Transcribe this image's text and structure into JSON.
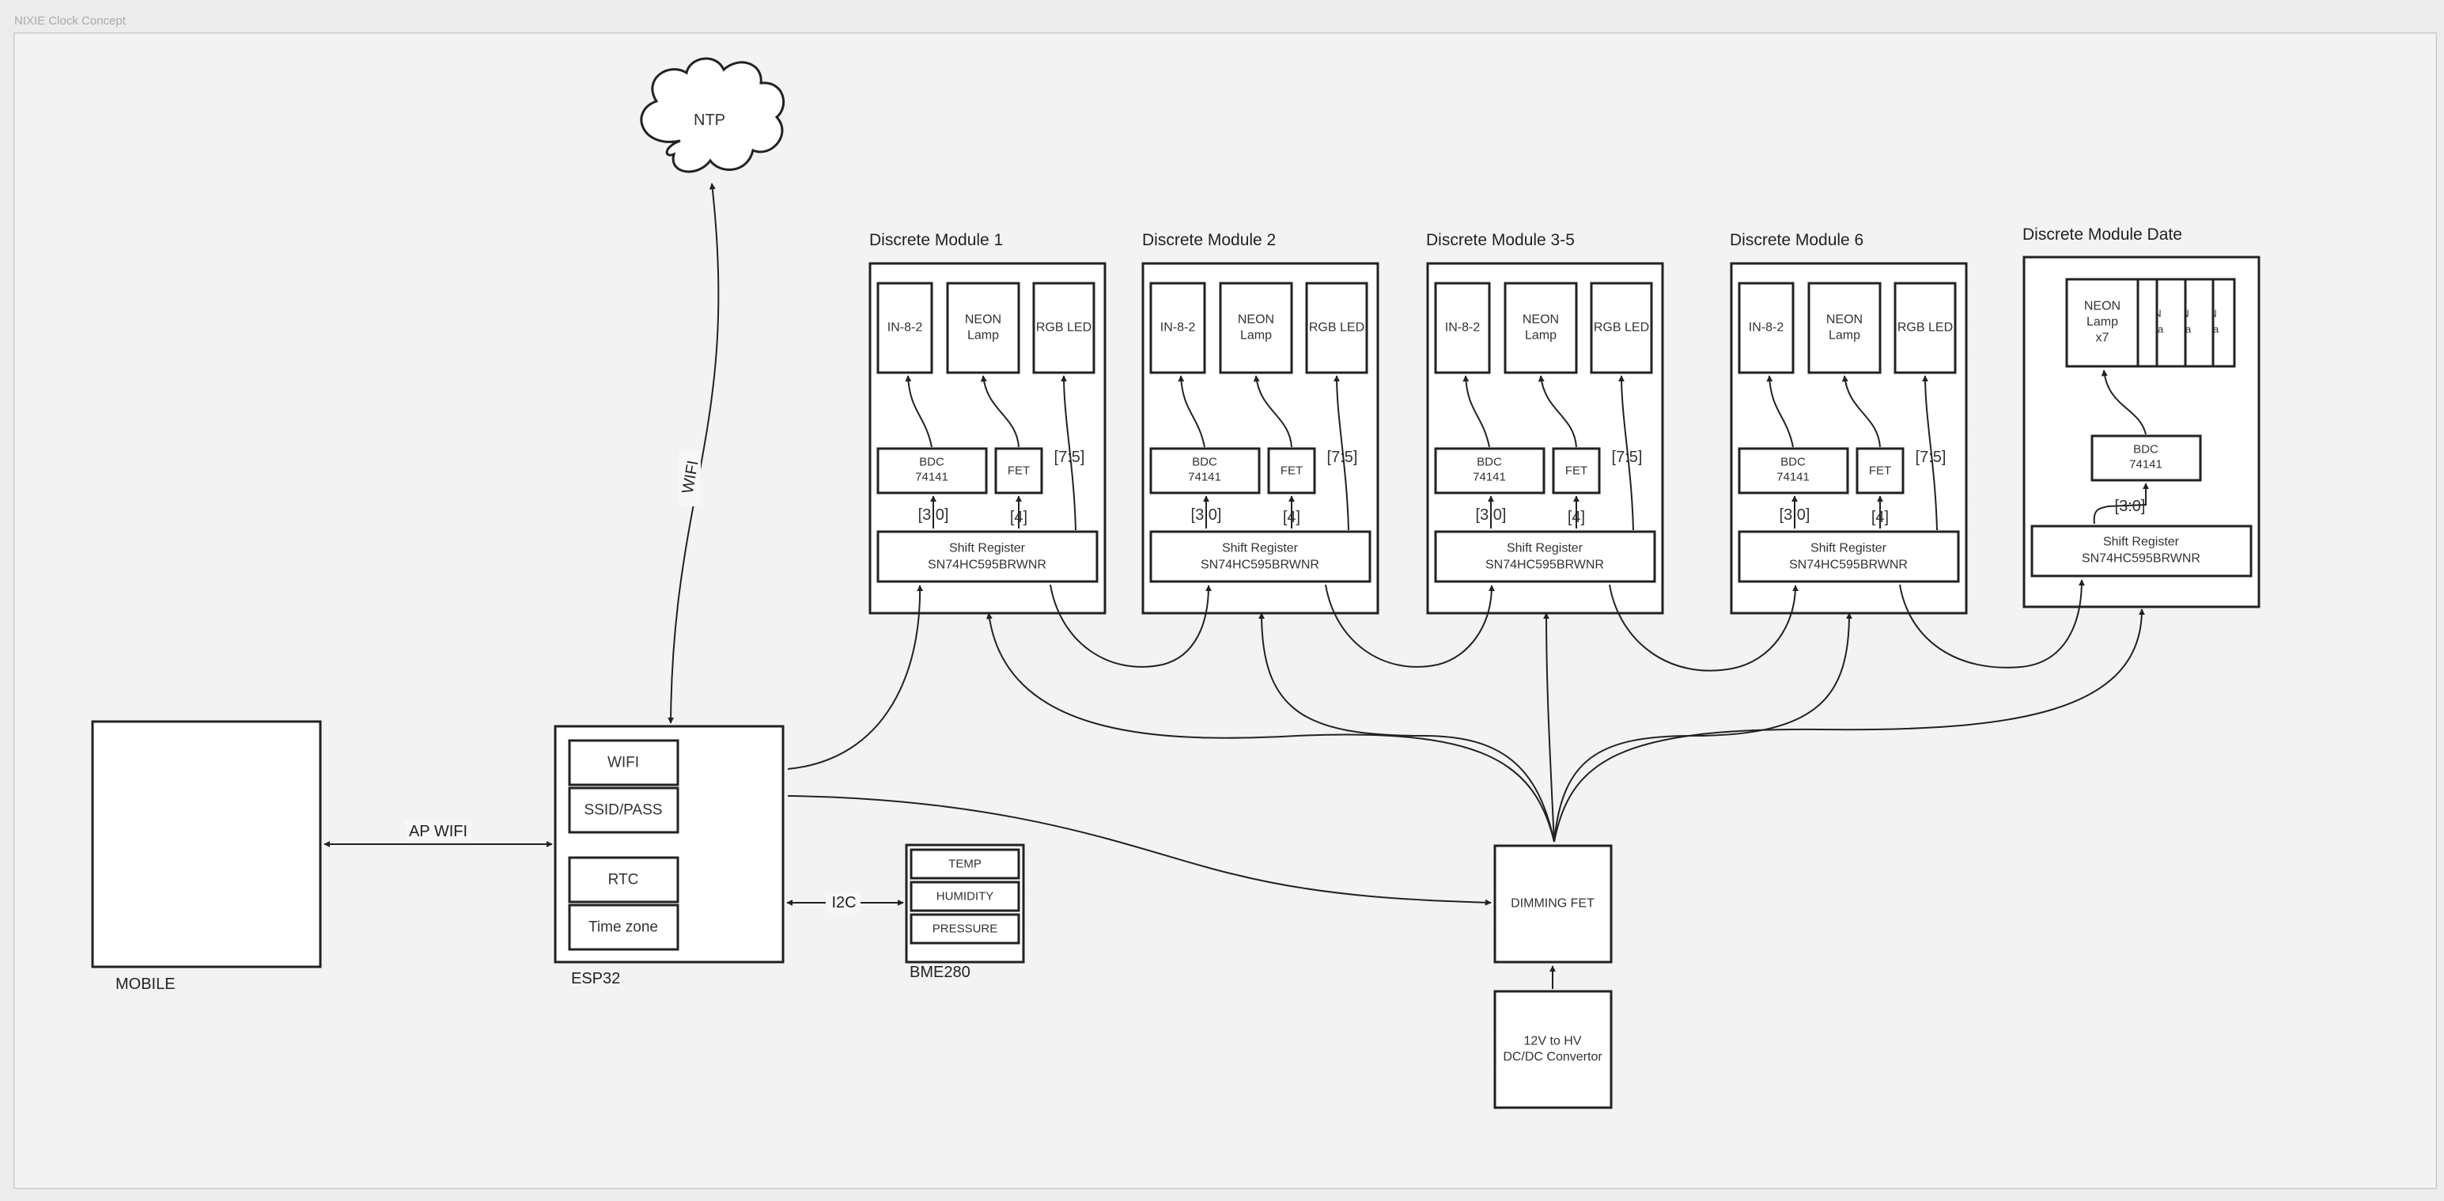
{
  "board": {
    "title": "NIXIE Clock Concept"
  },
  "cloud": {
    "label": "NTP"
  },
  "links": {
    "wifi": "WIFI",
    "ap_wifi": "AP WIFI",
    "i2c": "I2C"
  },
  "mobile": {
    "label": "MOBILE"
  },
  "esp32": {
    "label": "ESP32",
    "blocks": {
      "wifi": "WIFI",
      "ssid": "SSID/PASS",
      "rtc": "RTC",
      "timezone": "Time zone"
    }
  },
  "bme280": {
    "label": "BME280",
    "sensors": {
      "temp": "TEMP",
      "humidity": "HUMIDITY",
      "pressure": "PRESSURE"
    }
  },
  "modules": [
    {
      "title": "Discrete Module 1",
      "tube": "IN-8-2",
      "neon": [
        "NEON",
        "Lamp"
      ],
      "led": "RGB LED",
      "bdc": [
        "BDC",
        "74141"
      ],
      "fet": "FET",
      "bus_bcd": "[3:0]",
      "bus_fet": "[4]",
      "bus_led": "[7:5]",
      "shift": [
        "Shift Register",
        "SN74HC595BRWNR"
      ]
    },
    {
      "title": "Discrete Module 2",
      "tube": "IN-8-2",
      "neon": [
        "NEON",
        "Lamp"
      ],
      "led": "RGB LED",
      "bdc": [
        "BDC",
        "74141"
      ],
      "fet": "FET",
      "bus_bcd": "[3:0]",
      "bus_fet": "[4]",
      "bus_led": "[7:5]",
      "shift": [
        "Shift Register",
        "SN74HC595BRWNR"
      ]
    },
    {
      "title": "Discrete Module 3-5",
      "tube": "IN-8-2",
      "neon": [
        "NEON",
        "Lamp"
      ],
      "led": "RGB LED",
      "bdc": [
        "BDC",
        "74141"
      ],
      "fet": "FET",
      "bus_bcd": "[3:0]",
      "bus_fet": "[4]",
      "bus_led": "[7:5]",
      "shift": [
        "Shift Register",
        "SN74HC595BRWNR"
      ]
    },
    {
      "title": "Discrete Module 6",
      "tube": "IN-8-2",
      "neon": [
        "NEON",
        "Lamp"
      ],
      "led": "RGB LED",
      "bdc": [
        "BDC",
        "74141"
      ],
      "fet": "FET",
      "bus_bcd": "[3:0]",
      "bus_fet": "[4]",
      "bus_led": "[7:5]",
      "shift": [
        "Shift Register",
        "SN74HC595BRWNR"
      ]
    }
  ],
  "date_module": {
    "title": "Discrete Module Date",
    "neon": [
      "NEON",
      "Lamp",
      "x7"
    ],
    "stack_fragments": [
      "N",
      "La",
      "N",
      "La",
      "N",
      "La"
    ],
    "bdc": [
      "BDC",
      "74141"
    ],
    "bus_bcd": "[3:0]",
    "shift": [
      "Shift Register",
      "SN74HC595BRWNR"
    ]
  },
  "dimming": {
    "label": "DIMMING FET"
  },
  "converter": {
    "label": [
      "12V to HV",
      "DC/DC Convertor"
    ]
  }
}
